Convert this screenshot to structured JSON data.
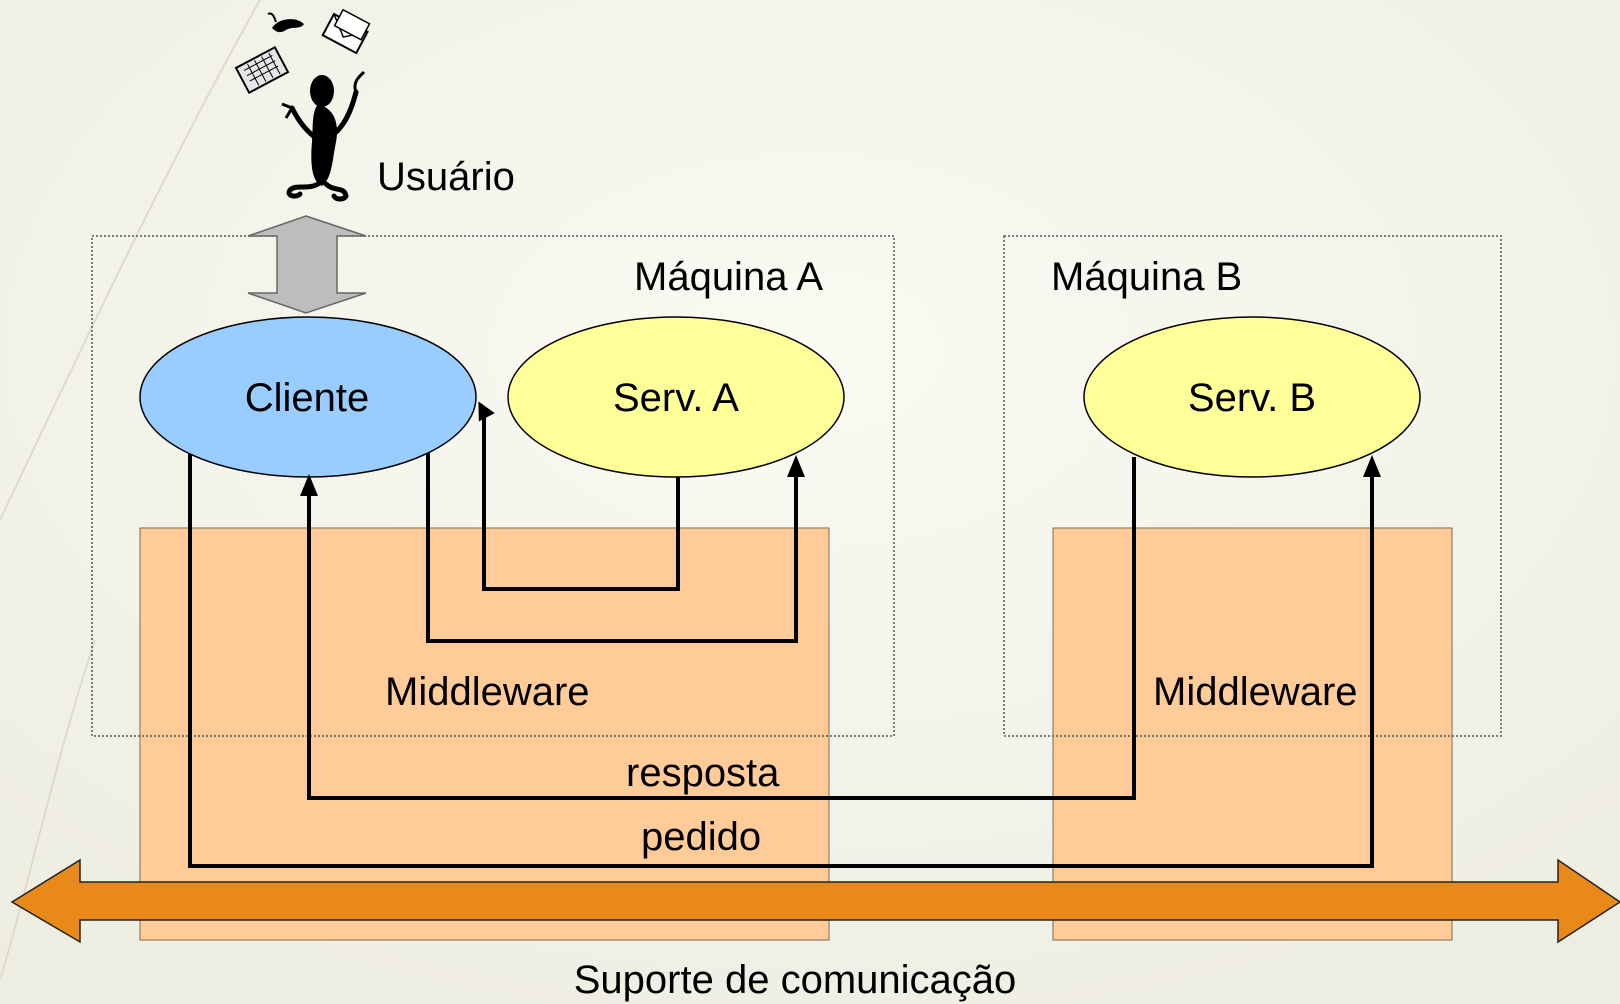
{
  "labels": {
    "user": "Usuário",
    "machine_a": "Máquina A",
    "machine_b": "Máquina B",
    "client": "Cliente",
    "server_a": "Serv. A",
    "server_b": "Serv. B",
    "middleware_a": "Middleware",
    "middleware_b": "Middleware",
    "response": "resposta",
    "request": "pedido",
    "comm_support": "Suporte de comunicação"
  },
  "colors": {
    "background": "#f4f3ea",
    "client_fill": "#99ccff",
    "server_fill": "#ffff99",
    "middleware_fill": "#ffcc99",
    "bus_fill": "#e8891a",
    "user_arrow_fill": "#bdbdbd"
  },
  "icons": [
    "user-figure-icon",
    "telephone-icon",
    "envelope-icon",
    "keyboard-icon"
  ]
}
